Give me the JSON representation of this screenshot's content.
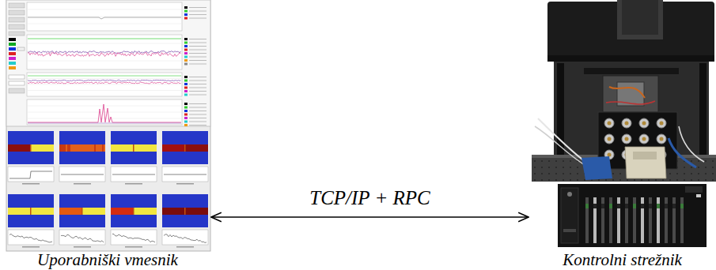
{
  "diagram": {
    "nodes": [
      {
        "text": [
          "Uporabniški vmesnik"
        ]
      },
      {
        "text": [
          "Kontrolni strežnik"
        ]
      }
    ],
    "edges": [
      {
        "from": 0,
        "to": 1,
        "arrow": "both",
        "label": "TCP/IP + RPC"
      }
    ]
  }
}
